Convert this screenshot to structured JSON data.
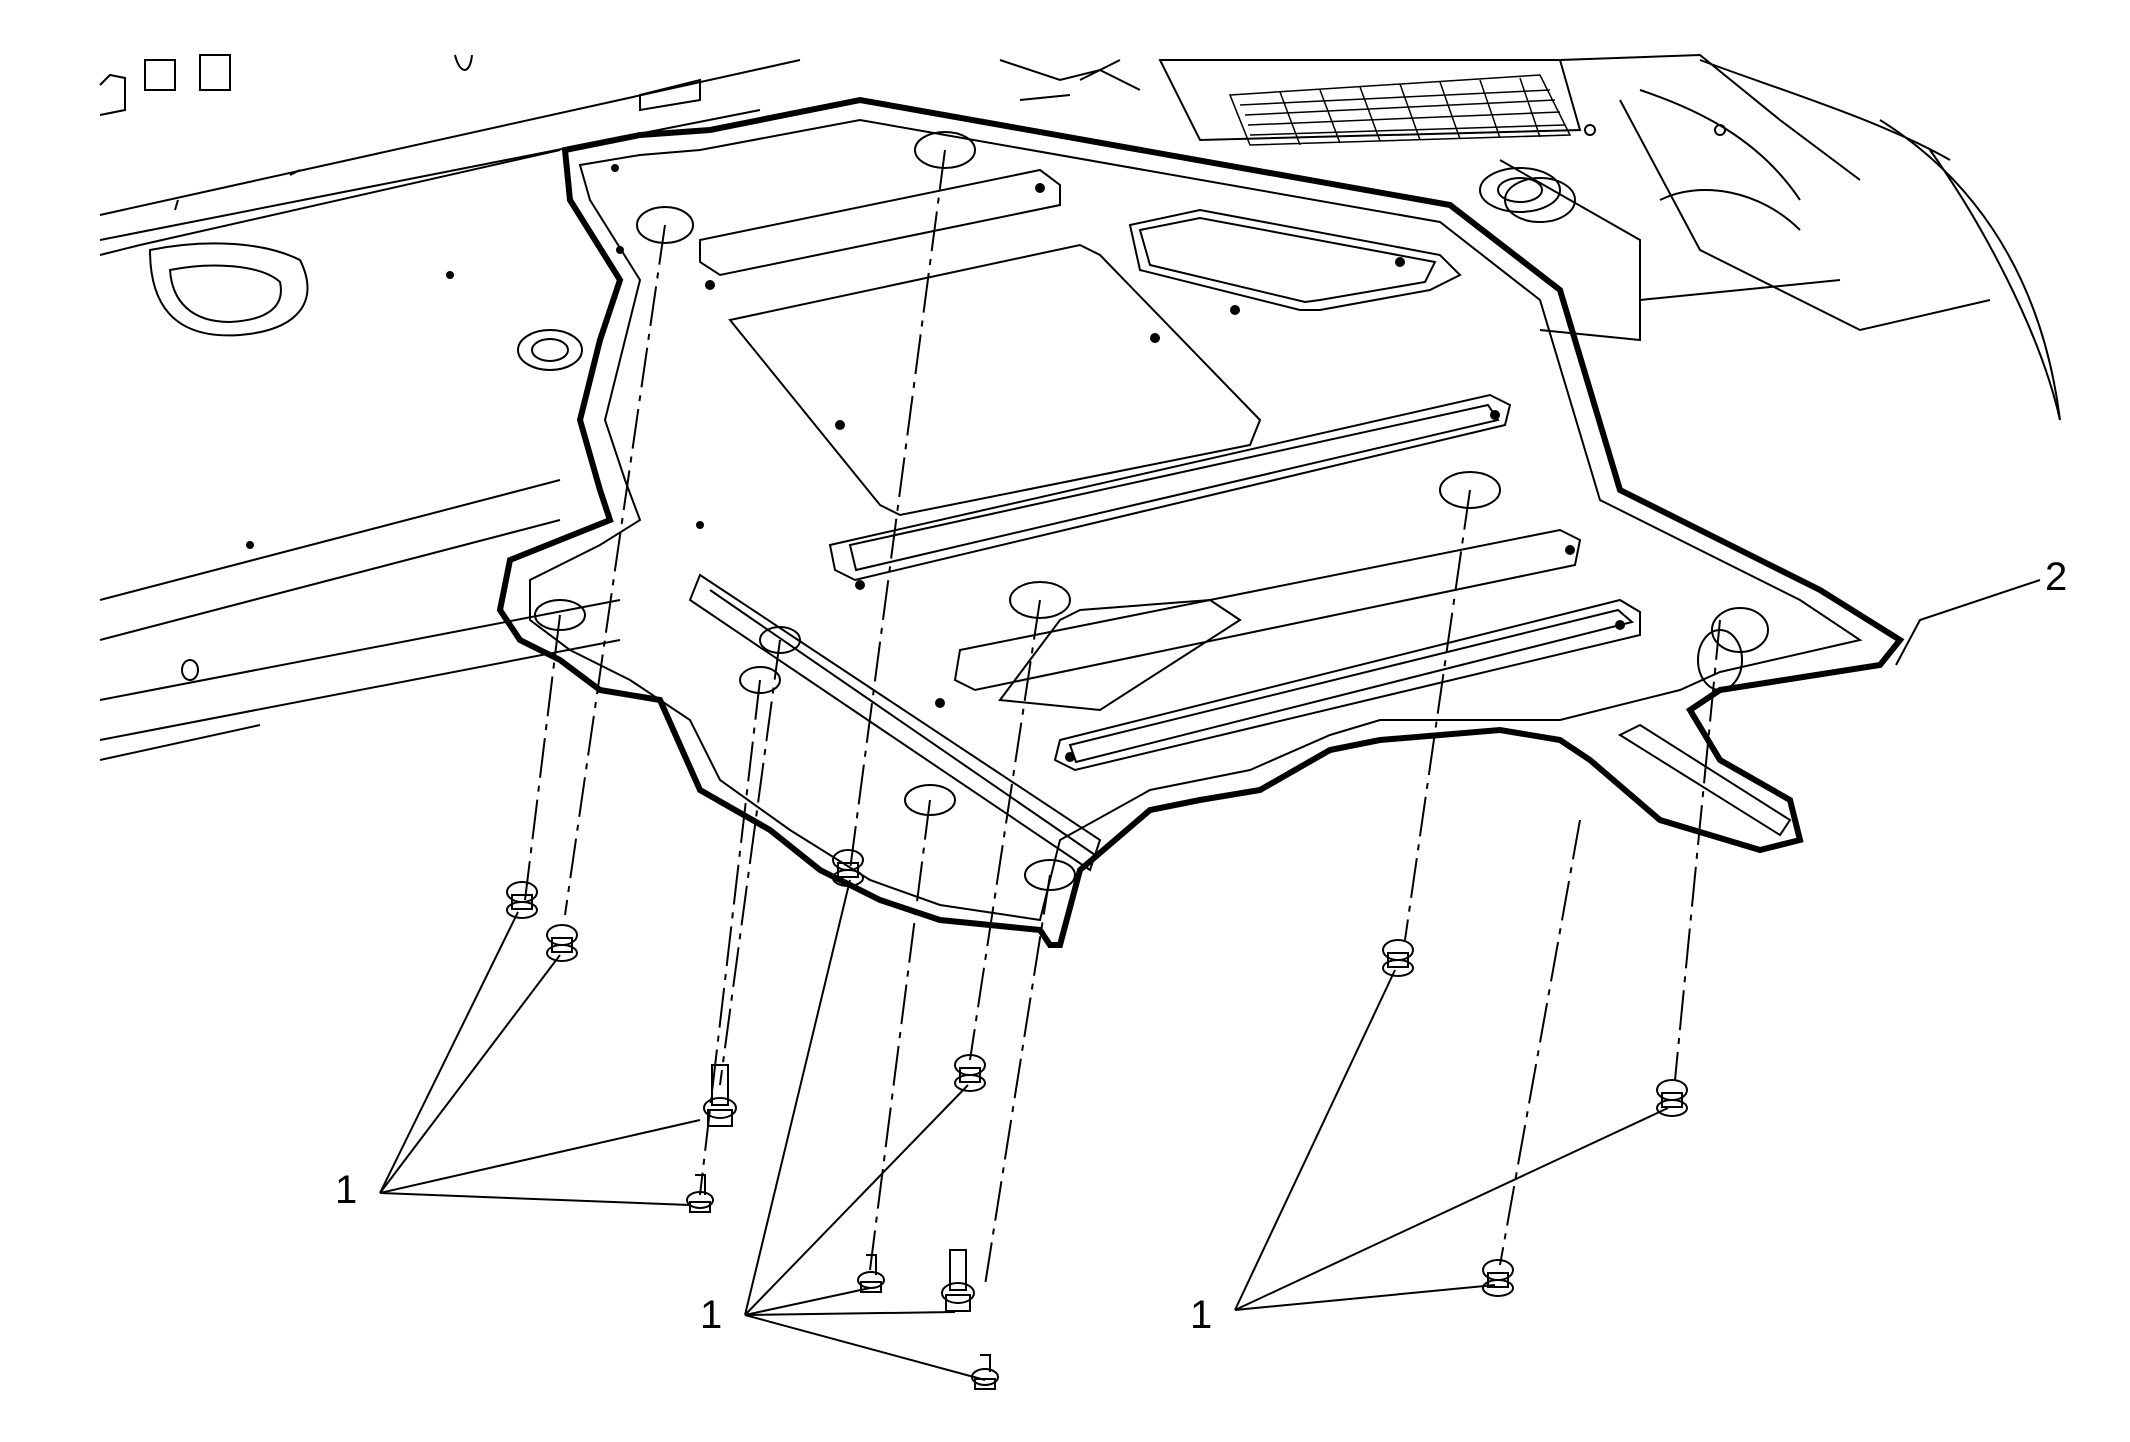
{
  "diagram": {
    "callouts": [
      {
        "id": "label-1-left",
        "text": "1"
      },
      {
        "id": "label-1-middle",
        "text": "1"
      },
      {
        "id": "label-1-right",
        "text": "1"
      },
      {
        "id": "label-2",
        "text": "2"
      }
    ]
  },
  "colors": {
    "stroke": "#000000",
    "background": "#ffffff"
  }
}
